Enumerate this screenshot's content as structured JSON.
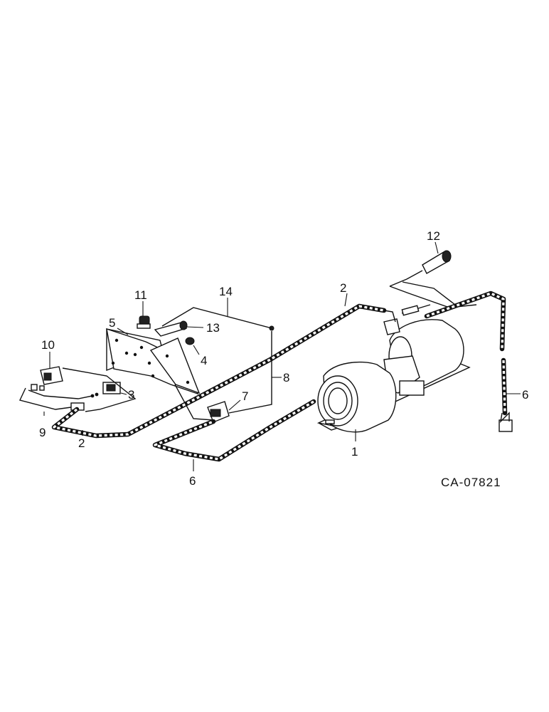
{
  "drawing_code": "CA-07821",
  "callouts": [
    {
      "id": "c1",
      "text": "1"
    },
    {
      "id": "c2a",
      "text": "2"
    },
    {
      "id": "c2b",
      "text": "2"
    },
    {
      "id": "c3",
      "text": "3"
    },
    {
      "id": "c4",
      "text": "4"
    },
    {
      "id": "c5",
      "text": "5"
    },
    {
      "id": "c6a",
      "text": "6"
    },
    {
      "id": "c6b",
      "text": "6"
    },
    {
      "id": "c7",
      "text": "7"
    },
    {
      "id": "c8",
      "text": "8"
    },
    {
      "id": "c9",
      "text": "9"
    },
    {
      "id": "c10",
      "text": "10"
    },
    {
      "id": "c11",
      "text": "11"
    },
    {
      "id": "c12",
      "text": "12"
    },
    {
      "id": "c13",
      "text": "13"
    },
    {
      "id": "c14",
      "text": "14"
    }
  ]
}
